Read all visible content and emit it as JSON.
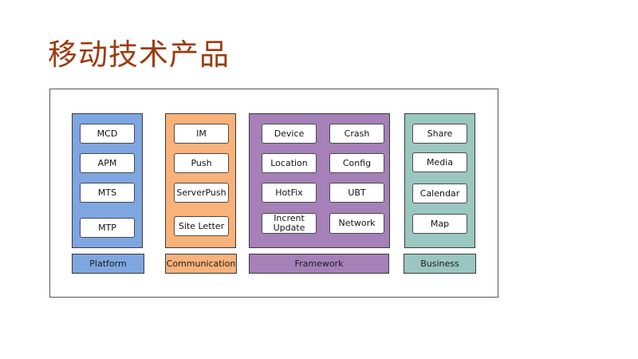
{
  "title": "移动技术产品",
  "colors": {
    "title": "#9c3b0e",
    "platform": "#7ea6e0",
    "communication": "#f9b27a",
    "framework": "#a680b8",
    "business": "#9ac7bf"
  },
  "platform": {
    "label": "Platform",
    "items": [
      "MCD",
      "APM",
      "MTS",
      "MTP"
    ]
  },
  "communication": {
    "label": "Communication",
    "items": [
      "IM",
      "Push",
      "ServerPush",
      "Site Letter"
    ]
  },
  "framework": {
    "label": "Framework",
    "items": [
      "Device",
      "Crash",
      "Location",
      "Config",
      "HotFix",
      "UBT",
      "Incrent\nUpdate",
      "Network"
    ]
  },
  "business": {
    "label": "Business",
    "items": [
      "Share",
      "Media",
      "Calendar",
      "Map"
    ]
  }
}
